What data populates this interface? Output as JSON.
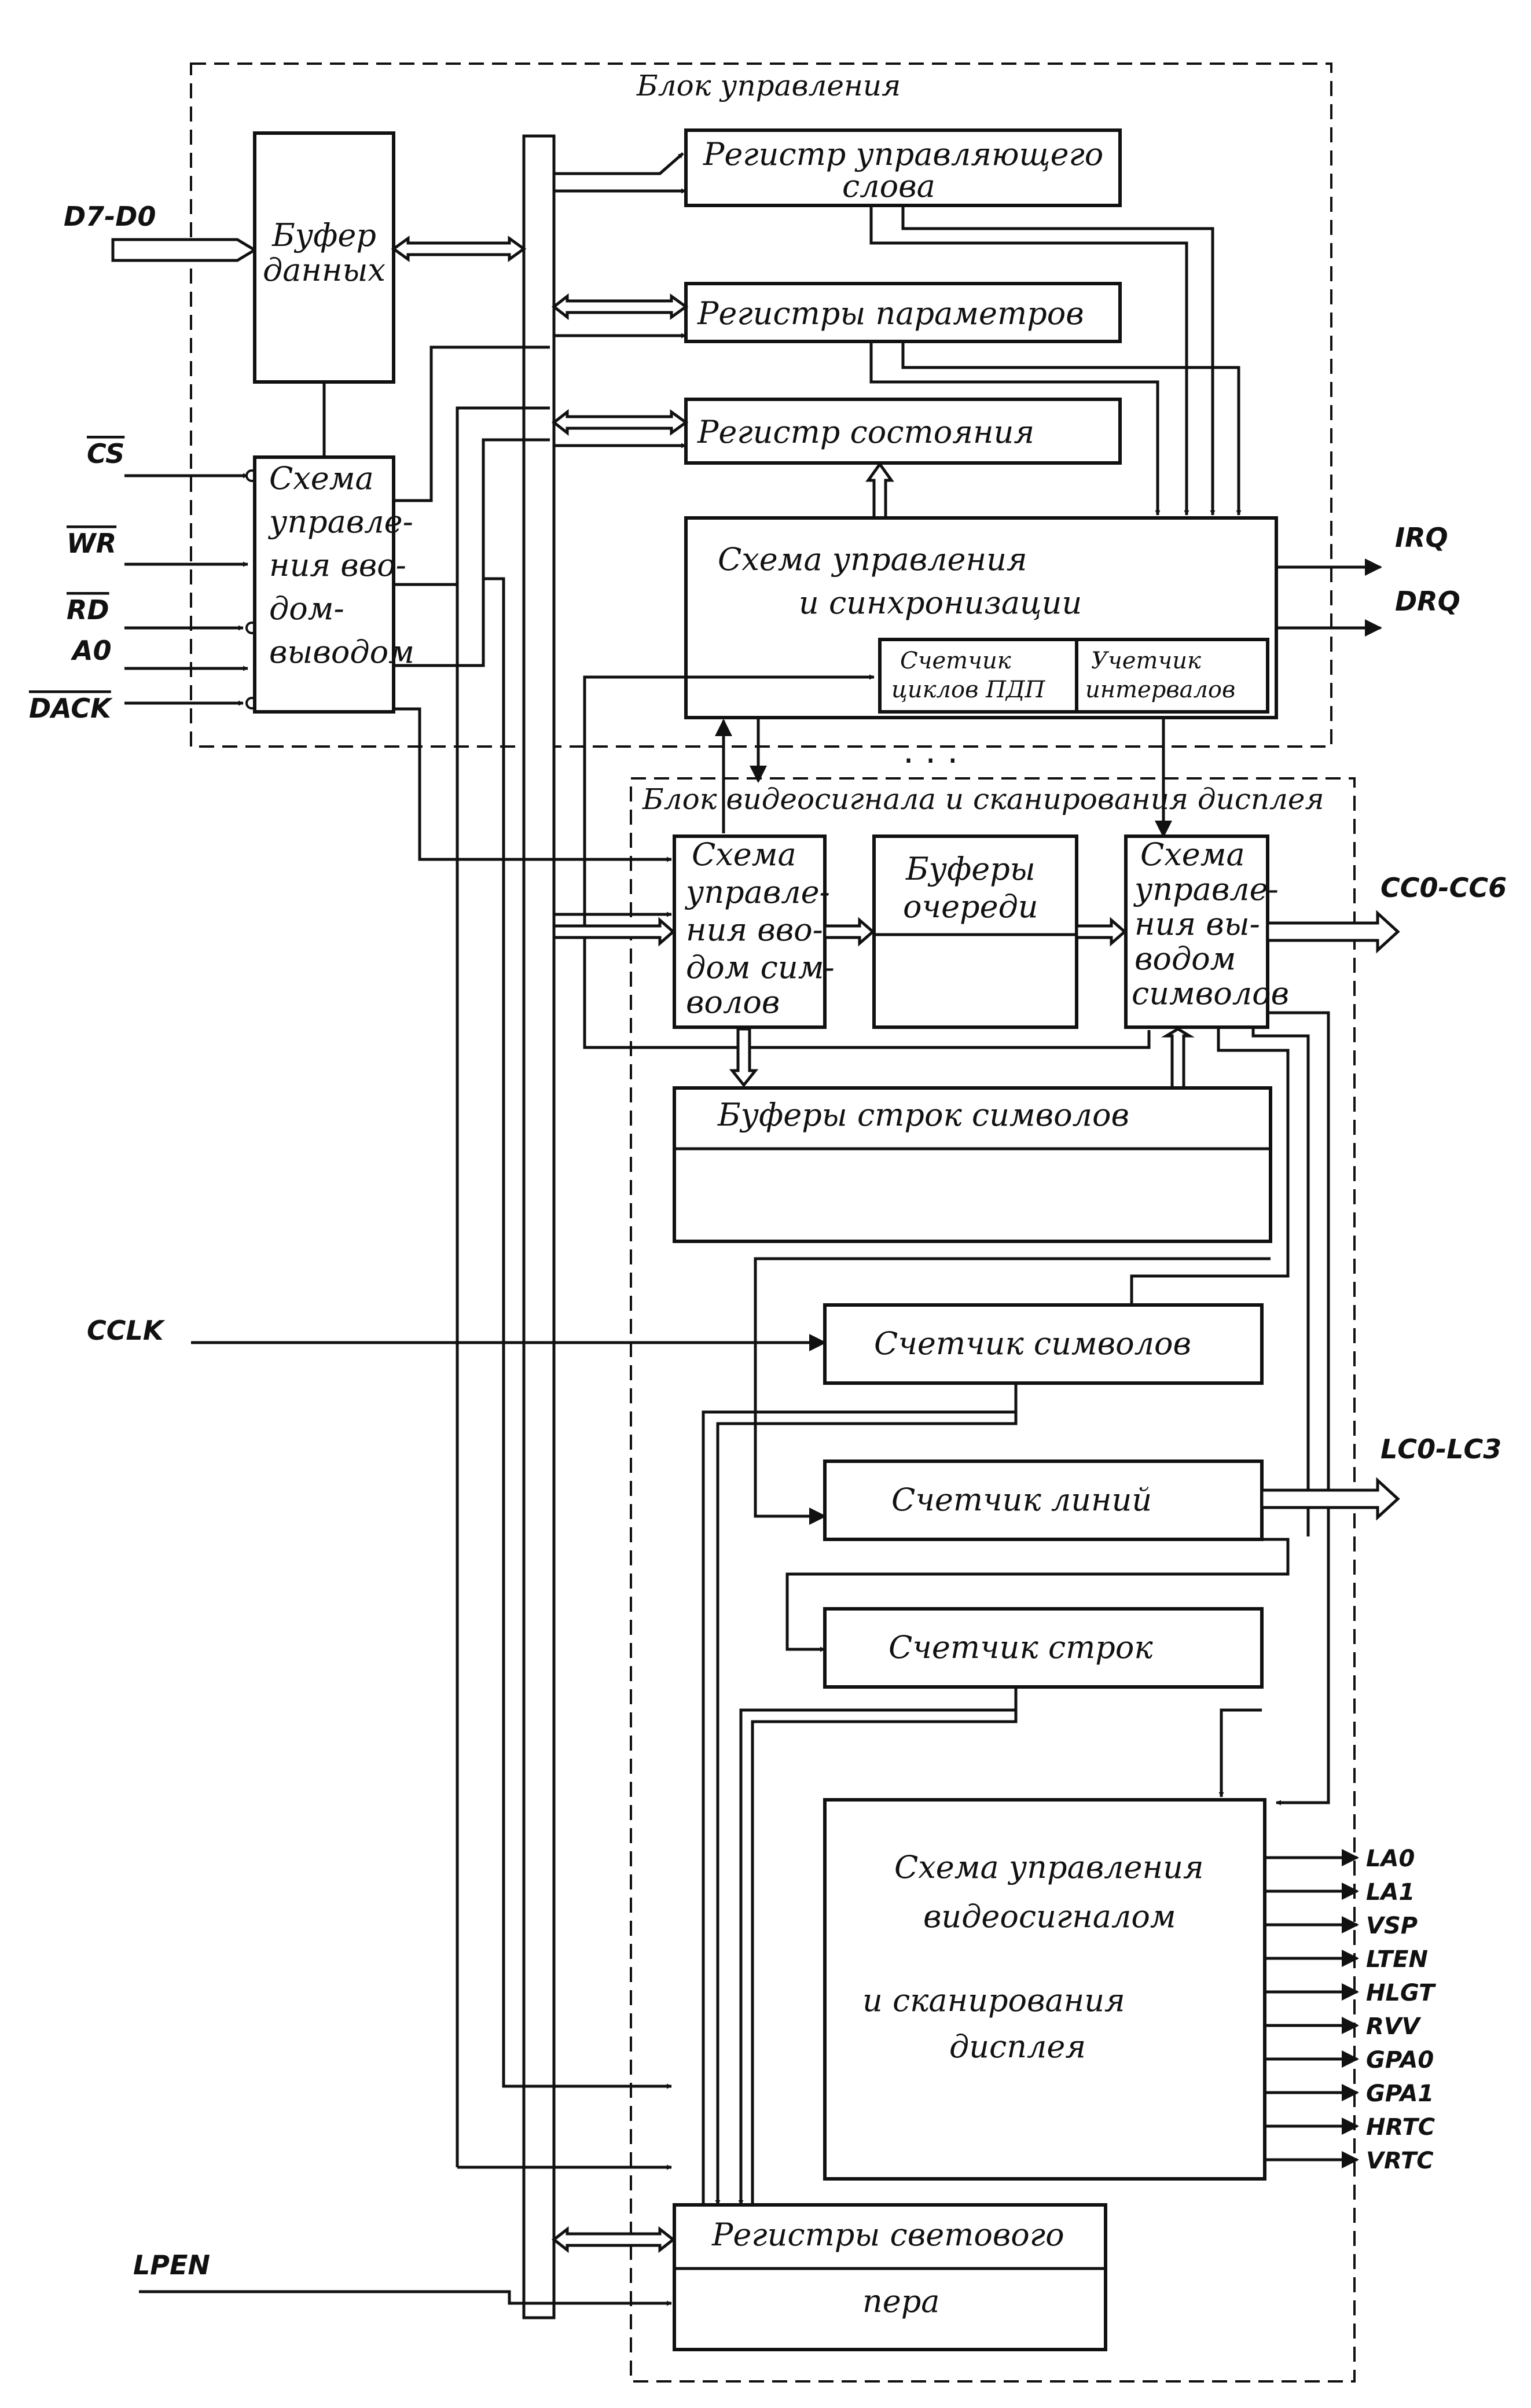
{
  "blocks": {
    "control_block": "Блок управления",
    "video_block": "Блок видеосигнала и сканирования дисплея"
  },
  "units": {
    "data_buffer": [
      "Буфер",
      "данных"
    ],
    "io_control": [
      "Схема",
      "управле-",
      "ния вво-",
      "дом-",
      "выводом"
    ],
    "command_register": [
      "Регистр управляющего",
      "слова"
    ],
    "parameter_registers": "Регистры параметров",
    "status_register": "Регистр состояния",
    "timing_control": [
      "Схема управления",
      "и синхронизации"
    ],
    "dma_counter": [
      "Счетчик",
      "циклов ПДП"
    ],
    "interval_counter": [
      "Учетчик",
      "интервалов"
    ],
    "char_input_control": [
      "Схема",
      "управле-",
      "ния вво-",
      "дом сим-",
      "волов"
    ],
    "fifo_buffers": [
      "Буферы",
      "очереди"
    ],
    "char_output_control": [
      "Схема",
      "управле-",
      "ния вы-",
      "водом",
      "символов"
    ],
    "row_buffers": "Буферы строк символов",
    "char_counter": "Счетчик символов",
    "line_counter": "Счетчик линий",
    "row_counter": "Счетчик строк",
    "video_control": [
      "Схема управления",
      "видеосигналом",
      "и сканирования",
      "дисплея"
    ],
    "lightpen_registers": [
      "Регистры светового",
      "пера"
    ]
  },
  "pins": {
    "data": "D7-D0",
    "cs": "CS",
    "wr": "WR",
    "rd": "RD",
    "a0": "A0",
    "dack": "DACK",
    "irq": "IRQ",
    "drq": "DRQ",
    "cc": "CC0-CC6",
    "cclk": "CCLK",
    "lc": "LC0-LC3",
    "lpen": "LPEN",
    "video_outputs": [
      "LA0",
      "LA1",
      "VSP",
      "LTEN",
      "HLGT",
      "RVV",
      "GPA0",
      "GPA1",
      "HRTC",
      "VRTC"
    ]
  },
  "ellipsis": "· · ·"
}
